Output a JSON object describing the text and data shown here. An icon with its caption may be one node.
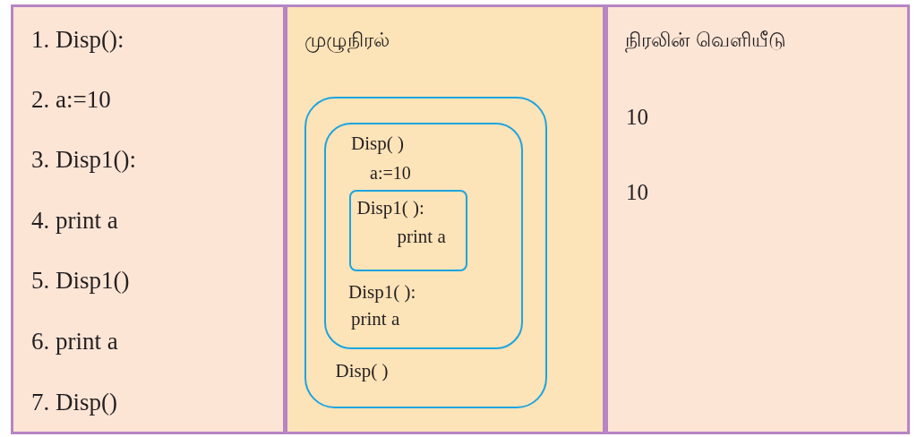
{
  "diagram": {
    "nodes": [
      {
        "text": [
          "Disp( )"
        ]
      },
      {
        "text": [
          "Disp( )",
          "a:=10",
          "Disp1( ):",
          "print a"
        ],
        "in": 0
      },
      {
        "text": [
          "Disp1( ):",
          "print a"
        ],
        "in": 1
      }
    ],
    "labels": [
      "1. Disp():",
      "2. a:=10",
      "3. Disp1():",
      "4. print a",
      "5. Disp1()",
      "6. print a",
      "7. Disp()",
      "முழுநிரல்",
      "நிரலின் வெளியீடு",
      "10",
      "10"
    ]
  }
}
